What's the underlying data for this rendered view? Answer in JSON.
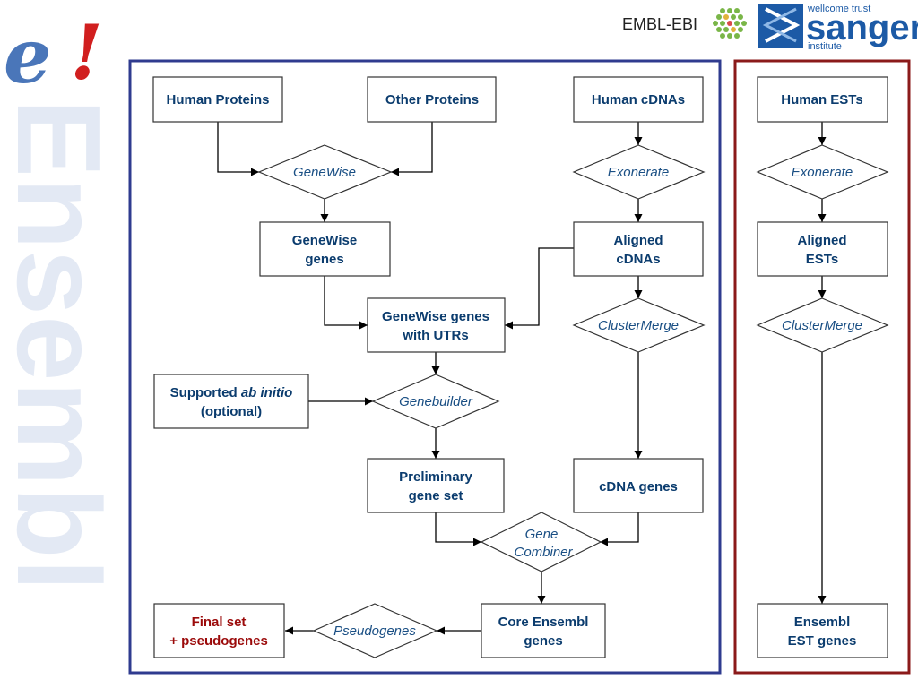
{
  "branding": {
    "logo_e": "e",
    "logo_bang": "!",
    "watermark": "Ensembl",
    "ebi_label": "EMBL-EBI",
    "sanger_top": "wellcome trust",
    "sanger_main": "sanger",
    "sanger_bottom": "institute"
  },
  "colors": {
    "label_text": "#0b3c6e",
    "process_text": "#1a4f84",
    "final_text": "#9b0a0a",
    "main_panel_border": "#2f3b8f",
    "est_panel_border": "#8b1a1a",
    "logo_e": "#4a76b9",
    "logo_bang": "#d11f1f",
    "sanger_blue": "#1c5aa6"
  },
  "nodes": {
    "human_proteins": {
      "lines": [
        "Human Proteins"
      ]
    },
    "other_proteins": {
      "lines": [
        "Other Proteins"
      ]
    },
    "human_cdnas": {
      "lines": [
        "Human cDNAs"
      ]
    },
    "human_ests": {
      "lines": [
        "Human ESTs"
      ]
    },
    "genewise_process": {
      "lines": [
        "GeneWise"
      ]
    },
    "exonerate_cdna": {
      "lines": [
        "Exonerate"
      ]
    },
    "exonerate_est": {
      "lines": [
        "Exonerate"
      ]
    },
    "genewise_genes": {
      "lines": [
        "GeneWise",
        "genes"
      ]
    },
    "aligned_cdnas": {
      "lines": [
        "Aligned",
        "cDNAs"
      ]
    },
    "aligned_ests": {
      "lines": [
        "Aligned",
        "ESTs"
      ]
    },
    "genewise_utrs": {
      "lines": [
        "GeneWise genes",
        "with UTRs"
      ]
    },
    "clustermerge_cdna": {
      "lines": [
        "ClusterMerge"
      ]
    },
    "clustermerge_est": {
      "lines": [
        "ClusterMerge"
      ]
    },
    "supported_ab_initio": {
      "line1_plain": "Supported ",
      "line1_italic": "ab initio",
      "line2": "(optional)"
    },
    "genebuilder": {
      "lines": [
        "Genebuilder"
      ]
    },
    "preliminary_gene_set": {
      "lines": [
        "Preliminary",
        "gene set"
      ]
    },
    "cdna_genes": {
      "lines": [
        "cDNA genes"
      ]
    },
    "gene_combiner": {
      "lines": [
        "Gene",
        "Combiner"
      ]
    },
    "core_ensembl_genes": {
      "lines": [
        "Core Ensembl",
        "genes"
      ]
    },
    "pseudogenes": {
      "lines": [
        "Pseudogenes"
      ]
    },
    "final_set": {
      "lines": [
        "Final set",
        "+ pseudogenes"
      ]
    },
    "ensembl_est_genes": {
      "lines": [
        "Ensembl",
        "EST genes"
      ]
    }
  }
}
